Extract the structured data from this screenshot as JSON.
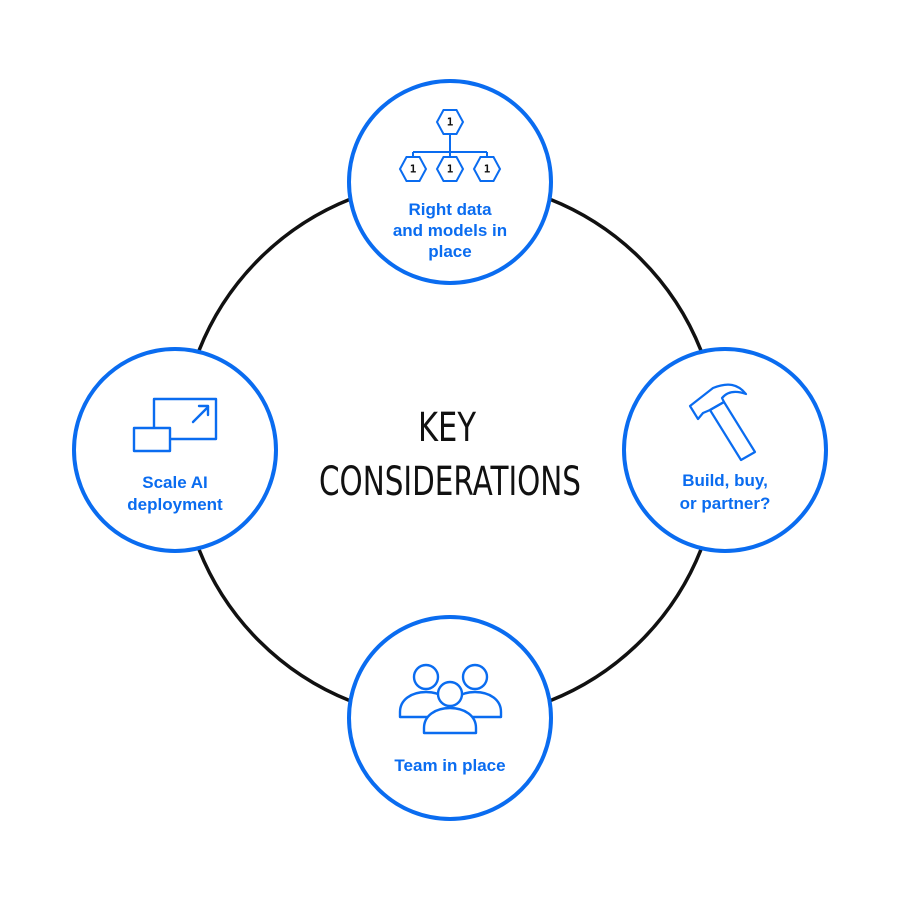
{
  "center": {
    "title_line1": "KEY",
    "title_line2": "CONSIDERATIONS"
  },
  "colors": {
    "accent": "#0a6cf0",
    "ring": "#111111",
    "text": "#111111",
    "background": "#ffffff"
  },
  "nodes": {
    "top": {
      "icon": "org-hierarchy-icon",
      "hex_label": "1",
      "line1": "Right data",
      "line2": "and models in",
      "line3": "place"
    },
    "right": {
      "icon": "hammer-icon",
      "line1": "Build, buy,",
      "line2": "or partner?"
    },
    "bottom": {
      "icon": "team-people-icon",
      "line1": "Team in place"
    },
    "left": {
      "icon": "scale-expand-icon",
      "line1": "Scale AI",
      "line2": "deployment"
    }
  }
}
